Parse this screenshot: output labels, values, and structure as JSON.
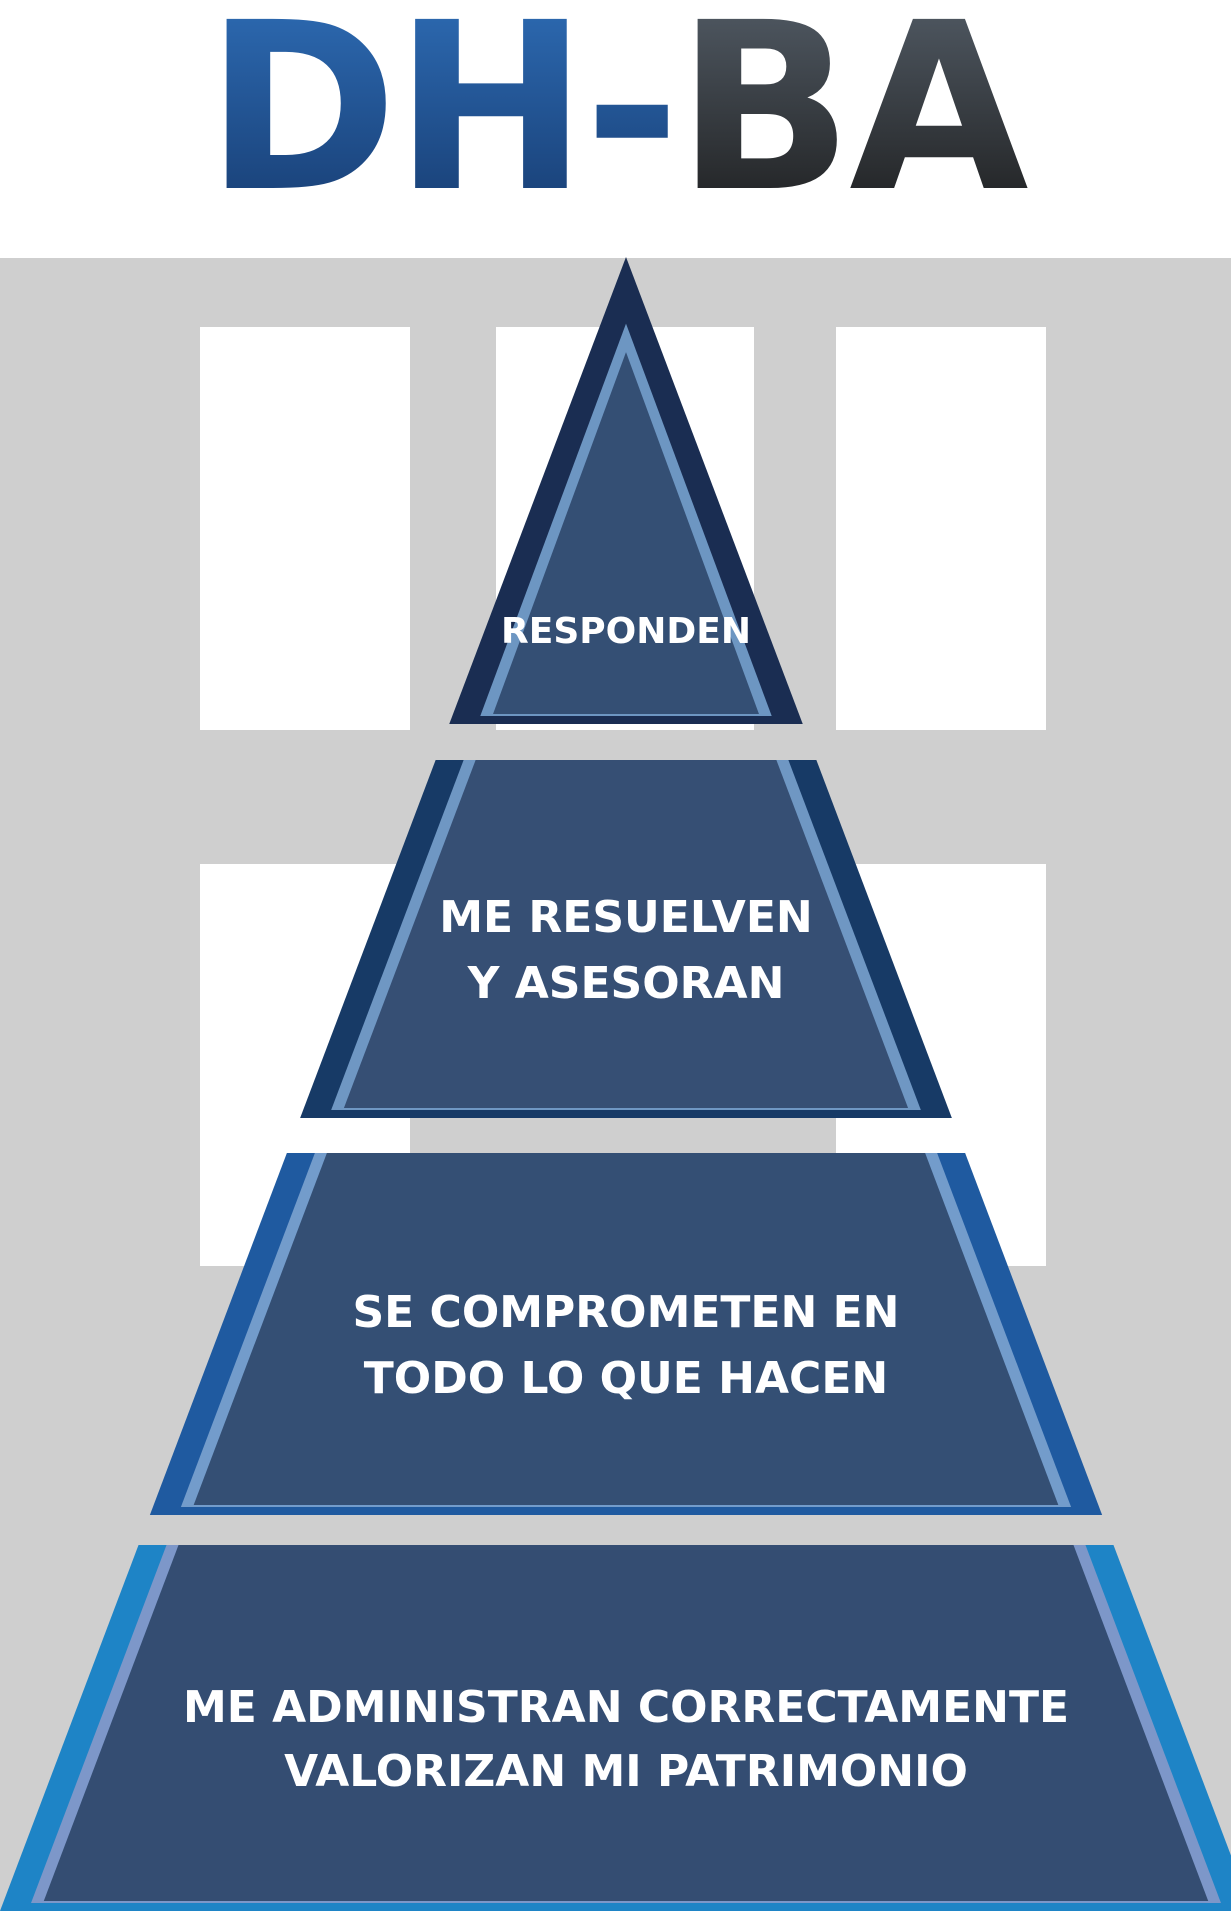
{
  "logo": {
    "text_left": "DH-",
    "text_right": "BA",
    "colors": {
      "left_top": "#2f6fb9",
      "left_bottom": "#163a6e",
      "right_top": "#56606b",
      "right_bottom": "#1a1a1a"
    }
  },
  "pyramid": {
    "levels": [
      {
        "lines": [
          "RESPONDEN"
        ],
        "outer_color": "#1a2d52",
        "inner_border": "#6d96c2",
        "fill": "#344f74"
      },
      {
        "lines": [
          "ME RESUELVEN",
          "Y ASESORAN"
        ],
        "outer_color": "#173a66",
        "inner_border": "#6f97c3",
        "fill": "#364f74"
      },
      {
        "lines": [
          "SE COMPROMETEN EN",
          "TODO LO QUE HACEN"
        ],
        "outer_color": "#1f5aa0",
        "inner_border": "#739ccb",
        "fill": "#344f74"
      },
      {
        "lines": [
          "ME ADMINISTRAN CORRECTAMENTE",
          "VALORIZAN MI PATRIMONIO"
        ],
        "outer_color": "#1e84c6",
        "inner_border": "#7d97c9",
        "fill": "#344d72"
      }
    ]
  },
  "background": {
    "wall": "#cfcfcf",
    "window": "#ffffff"
  }
}
